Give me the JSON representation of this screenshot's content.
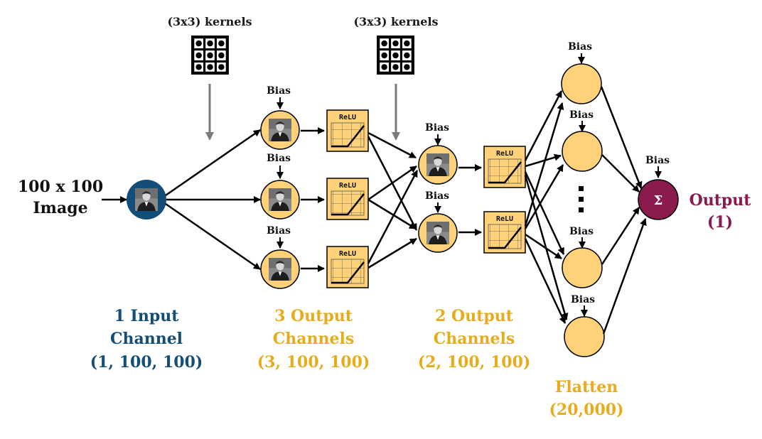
{
  "kernels": [
    {
      "label": "(3x3) kernels"
    },
    {
      "label": "(3x3) kernels"
    }
  ],
  "input": {
    "line1": "100 x 100",
    "line2": "Image"
  },
  "bias_label": "Bias",
  "relu_label": "ReLU",
  "sum_symbol": "Σ",
  "output": {
    "line1": "Output",
    "line2": "(1)"
  },
  "captions": {
    "input_channel": {
      "line1": "1 Input",
      "line2": "Channel",
      "line3": "(1, 100, 100)"
    },
    "layer1": {
      "line1": "3 Output",
      "line2": "Channels",
      "line3": "(3, 100, 100)"
    },
    "layer2": {
      "line1": "2 Output",
      "line2": "Channels",
      "line3": "(2, 100, 100)"
    },
    "flatten": {
      "line1": "Flatten",
      "line2": "(20,000)"
    }
  },
  "colors": {
    "blue": "#124e78",
    "gold": "#e6ac1c",
    "node_fill": "#ffd27a",
    "maroon": "#8b1a4e",
    "arrow": "#000000",
    "kernel_arrow": "#7a7a7a"
  }
}
